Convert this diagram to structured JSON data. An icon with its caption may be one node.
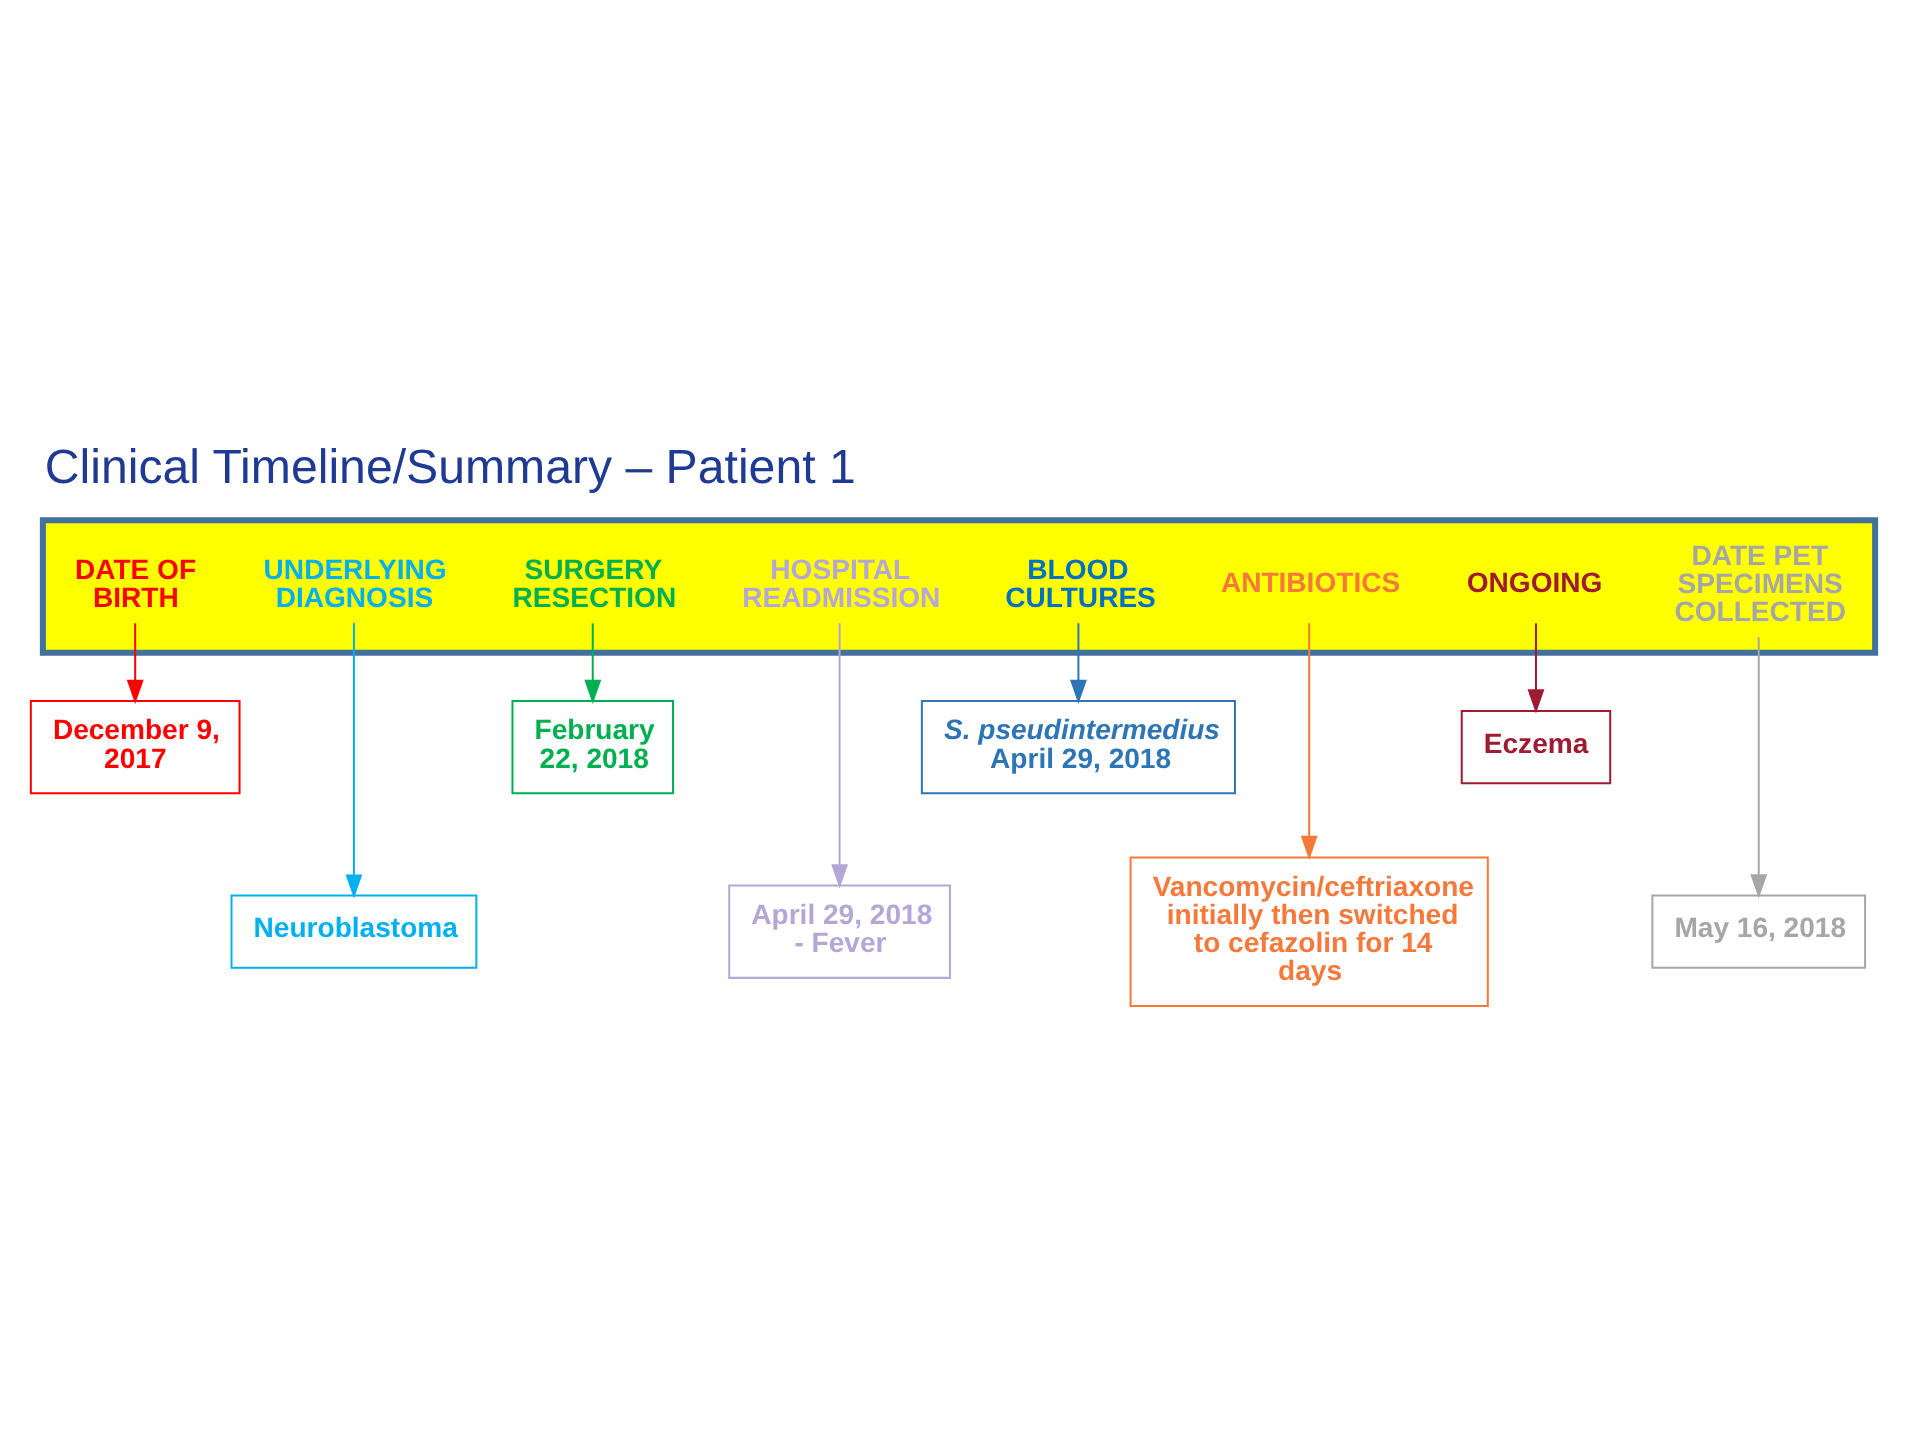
{
  "diagram": {
    "title": "Clinical Timeline/Summary – Patient 1",
    "nodes": [
      {
        "text": [],
        "shape": "arrow"
      },
      {
        "text": [
          "DATE OF BIRTH"
        ],
        "in": 0
      },
      {
        "text": [
          "UNDERLYING DIAGNOSIS"
        ],
        "in": 0
      },
      {
        "text": [
          "SURGERY RESECTION"
        ],
        "in": 0
      },
      {
        "text": [
          "HOSPITAL READMISSION"
        ],
        "in": 0
      },
      {
        "text": [
          "BLOOD CULTURES"
        ],
        "in": 0
      },
      {
        "text": [
          "ANTIBIOTICS"
        ],
        "in": 0
      },
      {
        "text": [
          "ONGOING"
        ],
        "in": 0
      },
      {
        "text": [
          "DATE PET SPECIMENS COLLECTED"
        ],
        "in": 0
      },
      {
        "text": [
          "December 9, 2017"
        ]
      },
      {
        "text": [
          "Neuroblastoma"
        ]
      },
      {
        "text": [
          "February 22, 2018"
        ]
      },
      {
        "text": [
          "April 29, 2018 - Fever"
        ]
      },
      {
        "text": [
          "S. pseudintermedius",
          "April 29, 2018"
        ]
      },
      {
        "text": [
          "Vancomycin/ceftriaxone initially then switched to cefazolin for 14 days"
        ]
      },
      {
        "text": [
          "Eczema"
        ]
      },
      {
        "text": [
          "May 16, 2018"
        ]
      }
    ],
    "edges": [
      {
        "from": 1,
        "to": 9,
        "arrow": "to",
        "color": "#ff0000"
      },
      {
        "from": 2,
        "to": 10,
        "arrow": "to",
        "color": "#00b0f0"
      },
      {
        "from": 3,
        "to": 11,
        "arrow": "to",
        "color": "#00b050"
      },
      {
        "from": 4,
        "to": 12,
        "arrow": "to",
        "color": "#b4a7d6"
      },
      {
        "from": 5,
        "to": 13,
        "arrow": "to",
        "color": "#2e75b6"
      },
      {
        "from": 6,
        "to": 14,
        "arrow": "to",
        "color": "#f4793b"
      },
      {
        "from": 7,
        "to": 15,
        "arrow": "to",
        "color": "#9e1b32"
      },
      {
        "from": 8,
        "to": 16,
        "arrow": "to",
        "color": "#a6a6a6"
      }
    ]
  }
}
